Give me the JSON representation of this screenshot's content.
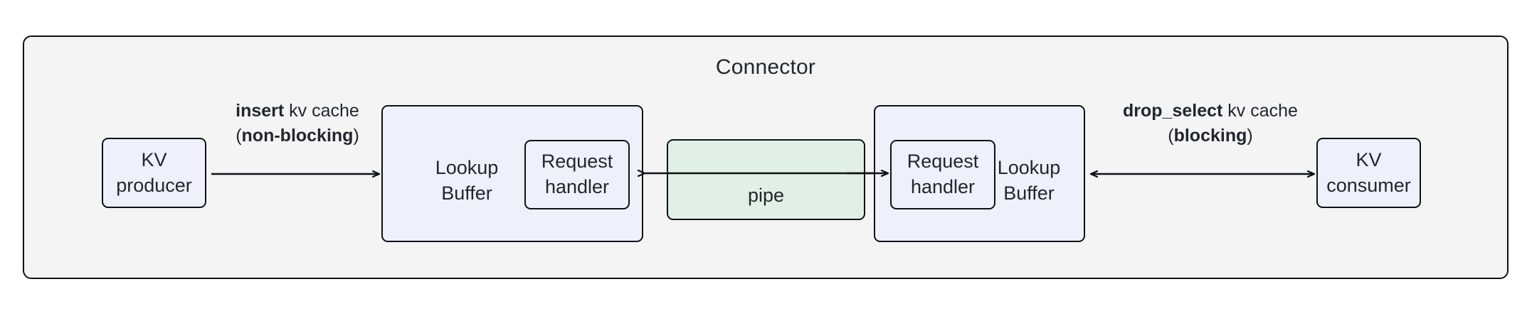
{
  "diagram": {
    "container": {
      "title": "Connector"
    },
    "nodes": {
      "kv_producer": {
        "label": "KV\nproducer"
      },
      "kv_consumer": {
        "label": "KV\nconsumer"
      },
      "lookup_buffer_left": {
        "label": "Lookup\nBuffer"
      },
      "lookup_buffer_right": {
        "label": "Lookup\nBuffer"
      },
      "request_handler_left": {
        "label": "Request\nhandler"
      },
      "request_handler_right": {
        "label": "Request\nhandler"
      },
      "pipe": {
        "label": "pipe"
      }
    },
    "edges": {
      "insert": {
        "op": "insert",
        "object": " kv cache",
        "mode_open": "(",
        "mode": "non-blocking",
        "mode_close": ")",
        "direction": "right"
      },
      "drop_select": {
        "op": "drop_select",
        "object": " kv cache",
        "mode_open": "(",
        "mode": "blocking",
        "mode_close": ")",
        "direction": "bidirectional"
      },
      "pipe_to_left_buffer": {
        "direction": "left"
      },
      "pipe_to_right_buffer": {
        "direction": "right"
      }
    },
    "colors": {
      "canvas": "#ffffff",
      "container_fill": "#f4f4f4",
      "stroke": "#0d1117",
      "node_blue": "#eef0fb",
      "node_green": "#e1f0e4",
      "text": "#22272e"
    }
  }
}
